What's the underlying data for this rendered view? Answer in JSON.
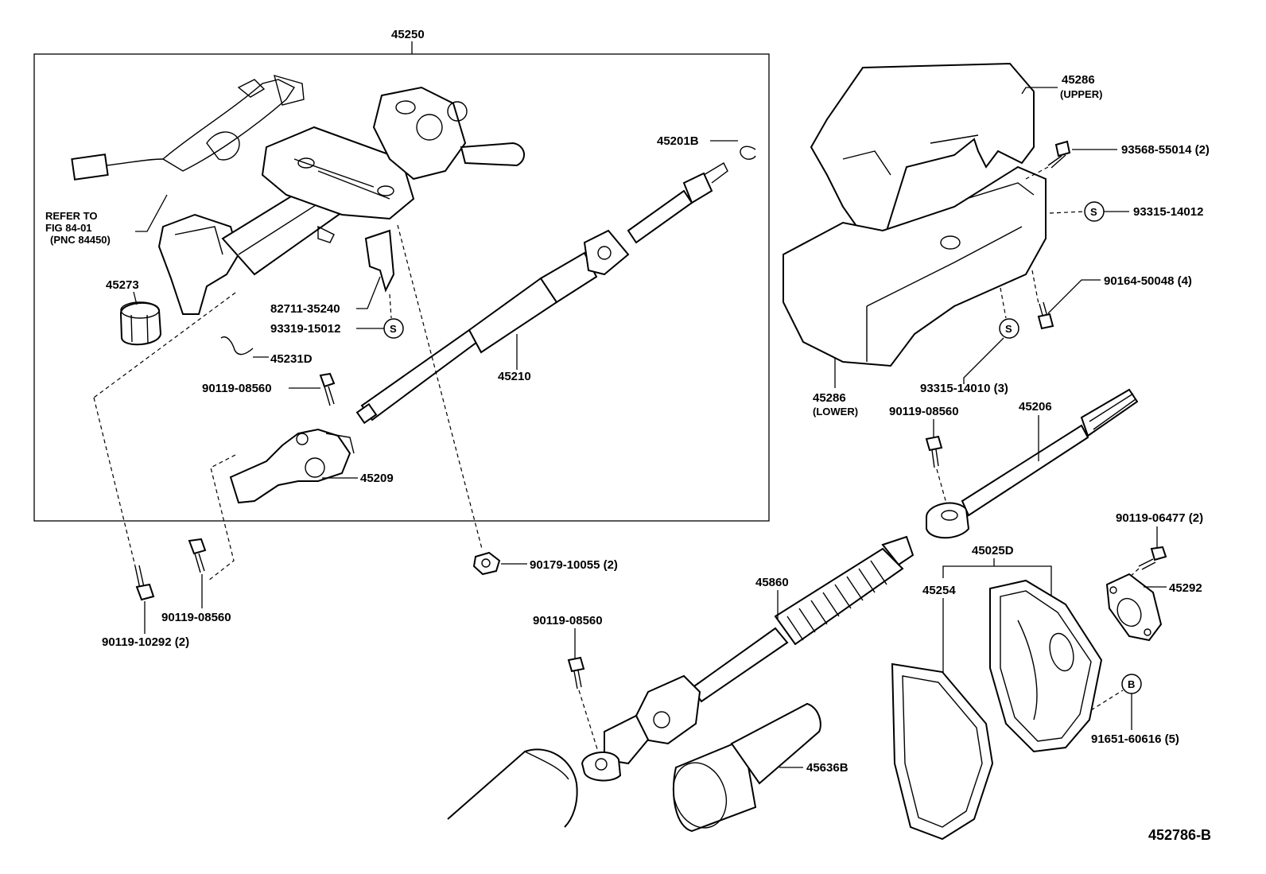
{
  "labels": {
    "p45250": "45250",
    "p45201B": "45201B",
    "refer_line1": "REFER TO",
    "refer_line2": "FIG 84-01",
    "refer_line3": "(PNC 84450)",
    "p45273": "45273",
    "p82711": "82711-35240",
    "p93319": "93319-15012",
    "p45231D": "45231D",
    "p90119_08560_a": "90119-08560",
    "p45210": "45210",
    "p45209": "45209",
    "p90179": "90179-10055 (2)",
    "p90119_08560_b": "90119-08560",
    "p90119_10292": "90119-10292 (2)",
    "p45286_upper": "45286",
    "p45286_upper_sub": "(UPPER)",
    "p93568": "93568-55014 (2)",
    "p93315_14012": "93315-14012",
    "p90164": "90164-50048 (4)",
    "p93315_14010": "93315-14010 (3)",
    "p45286_lower": "45286",
    "p45286_lower_sub": "(LOWER)",
    "p90119_08560_c": "90119-08560",
    "p45206": "45206",
    "p90119_06477": "90119-06477 (2)",
    "p45025D": "45025D",
    "p45254": "45254",
    "p45292": "45292",
    "p45860": "45860",
    "p90119_08560_d": "90119-08560",
    "p91651": "91651-60616 (5)",
    "p45636B": "45636B",
    "figure_id": "452786-B"
  },
  "symbols": {
    "s": "S",
    "b": "B"
  },
  "icons": [
    "bolt-icon",
    "nut-icon",
    "snap-ring-icon",
    "universal-joint-icon"
  ]
}
